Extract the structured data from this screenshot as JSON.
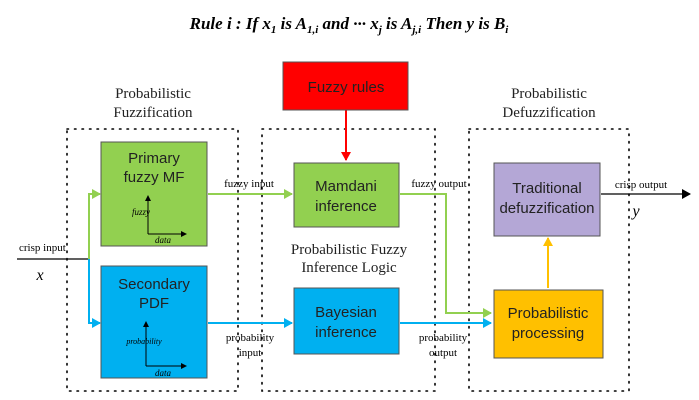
{
  "rule": {
    "prefix": "Rule i : If ",
    "x1": "x",
    "x1_sub": "1",
    "is1": " is ",
    "a1": "A",
    "a1_sub": "1,i",
    "and_dots": " and ··· ",
    "xj": "x",
    "xj_sub": "j",
    "is2": " is ",
    "aj": "A",
    "aj_sub": "j,i",
    "then": " Then y is ",
    "b": "B",
    "b_sub": "i"
  },
  "regions": {
    "fuzzification_line1": "Probabilistic",
    "fuzzification_line2": "Fuzzification",
    "inference_line1": "Probabilistic Fuzzy",
    "inference_line2": "Inference Logic",
    "defuzzification_line1": "Probabilistic",
    "defuzzification_line2": "Defuzzification"
  },
  "blocks": {
    "fuzzy_rules": "Fuzzy rules",
    "primary_mf_line1": "Primary",
    "primary_mf_line2": "fuzzy  MF",
    "primary_mf_ylabel": "fuzzy",
    "primary_mf_xlabel": "data",
    "secondary_pdf_line1": "Secondary",
    "secondary_pdf_line2": "PDF",
    "secondary_pdf_ylabel": "probability",
    "secondary_pdf_xlabel": "data",
    "mamdani_line1": "Mamdani",
    "mamdani_line2": "inference",
    "bayesian_line1": "Bayesian",
    "bayesian_line2": "inference",
    "traditional_line1": "Traditional",
    "traditional_line2": "defuzzification",
    "probabilistic_line1": "Probabilistic",
    "probabilistic_line2": "processing"
  },
  "labels": {
    "crisp_input": "crisp input",
    "x": "x",
    "fuzzy_input": "fuzzy input",
    "fuzzy_output": "fuzzy output",
    "probability_input_line1": "probability",
    "probability_input_line2": "input",
    "probability_output_line1": "probability",
    "probability_output_line2": "output",
    "crisp_output": "crisp output",
    "y": "y"
  },
  "colors": {
    "fuzzy_rules_fill": "#ff0000",
    "green_fill": "#92d050",
    "blue_fill": "#00b0f0",
    "purple_fill": "#b4a7d6",
    "orange_fill": "#ffc000",
    "green_line": "#92d050",
    "blue_line": "#00b0f0",
    "red_line": "#ff0000",
    "orange_line": "#ffc000"
  }
}
